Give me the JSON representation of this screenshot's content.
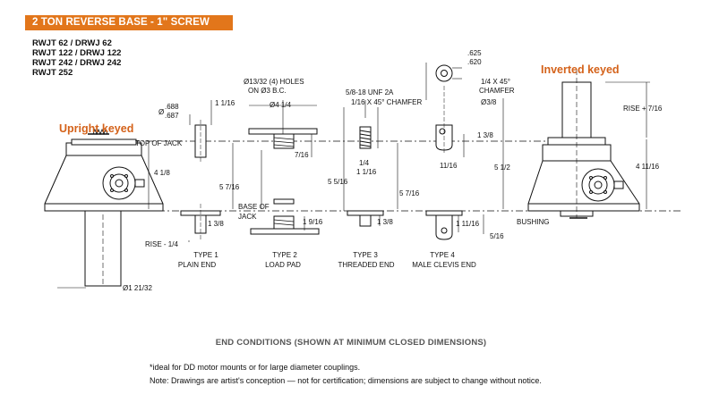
{
  "header": {
    "title": "2 TON REVERSE BASE - 1\" SCREW",
    "color": "#e2761b"
  },
  "models": [
    "RWJT 62 / DRWJ 62",
    "RWJT 122 / DRWJ 122",
    "RWJT 242 / DRWJ 242",
    "RWJT 252"
  ],
  "views": {
    "upright": "Upright keyed",
    "inverted": "Inverted keyed",
    "accent_color": "#d4621a"
  },
  "labels": {
    "top_of_jack": "TOP OF JACK",
    "base_of_jack_1": "BASE OF",
    "base_of_jack_2": "JACK",
    "bushing": "BUSHING",
    "rise_minus": "RISE - 1/4",
    "rise_plus": "RISE + 7/16",
    "bore": "Ø1 21/32"
  },
  "dimensions": {
    "shaft_dia_top": ".688",
    "shaft_dia_bottom": ".687",
    "shaft_dia_prefix": "Ø",
    "d_1_1_16_a": "1 1/16",
    "d_4_1_8": "4 1/8",
    "d_5_7_16_a": "5 7/16",
    "d_1_3_8_a": "1 3/8",
    "holes_1": "Ø13/32 (4) HOLES",
    "holes_2": "ON Ø3 B.C.",
    "pad_dia": "Ø4 1/4",
    "d_7_16": "7/16",
    "d_1_9_16": "1 9/16",
    "d_5_5_16": "5 5/16",
    "thread": "5/8-18 UNF 2A",
    "chamfer_1_16": "1/16 X 45° CHAMFER",
    "d_1_4": "1/4",
    "d_1_1_16_b": "1 1/16",
    "d_1_3_8_b": "1 3/8",
    "d_5_7_16_b": "5 7/16",
    "pin_top": ".625",
    "pin_bottom": ".620",
    "chamfer_1_4_a": "1/4 X 45°",
    "chamfer_1_4_b": "CHAMFER",
    "pin_dia": "Ø3/8",
    "d_1_3_8_c": "1 3/8",
    "d_11_16": "11/16",
    "d_5_1_2": "5 1/2",
    "d_1_11_16": "1 11/16",
    "d_5_16": "5/16",
    "d_4_11_16": "4 11/16"
  },
  "end_types": [
    {
      "name": "TYPE 1",
      "desc": "PLAIN END"
    },
    {
      "name": "TYPE 2",
      "desc": "LOAD PAD"
    },
    {
      "name": "TYPE 3",
      "desc": "THREADED END"
    },
    {
      "name": "TYPE 4",
      "desc": "MALE CLEVIS END"
    }
  ],
  "caption": "END CONDITIONS (SHOWN AT MINIMUM CLOSED DIMENSIONS)",
  "notes": [
    "*ideal for DD motor mounts or for large diameter couplings.",
    "Note: Drawings are artist's conception — not for certification; dimensions are subject to change without notice."
  ]
}
